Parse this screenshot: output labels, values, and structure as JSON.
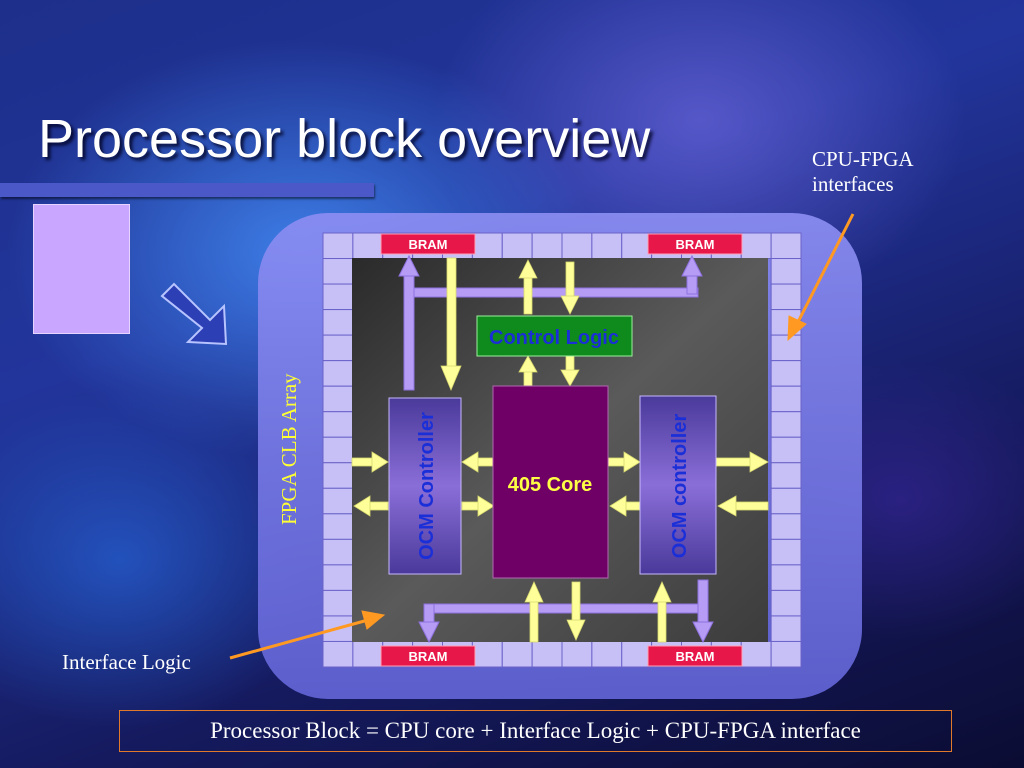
{
  "slide": {
    "title": "Processor block overview",
    "summary": "Processor Block = CPU core + Interface Logic + CPU-FPGA interface"
  },
  "callouts": {
    "cpu_fpga": {
      "line1": "CPU-FPGA",
      "line2": "interfaces"
    },
    "interface_logic": "Interface Logic"
  },
  "diagram": {
    "fpga_label": "FPGA CLB Array",
    "bram": [
      "BRAM",
      "BRAM",
      "BRAM",
      "BRAM"
    ],
    "control_logic": "Control Logic",
    "core": "405 Core",
    "ocm_left": "OCM Controller",
    "ocm_right": "OCM controller"
  },
  "colors": {
    "bram_fill": "#e8174a",
    "control_logic_fill": "#0f8a1c",
    "core_fill": "#6e0066",
    "ocm_fill": "#6b4fb8",
    "arrow_yellow": "#ffff99",
    "arrow_lilac": "#b69cf5",
    "callout_arrow": "#ff9922"
  }
}
